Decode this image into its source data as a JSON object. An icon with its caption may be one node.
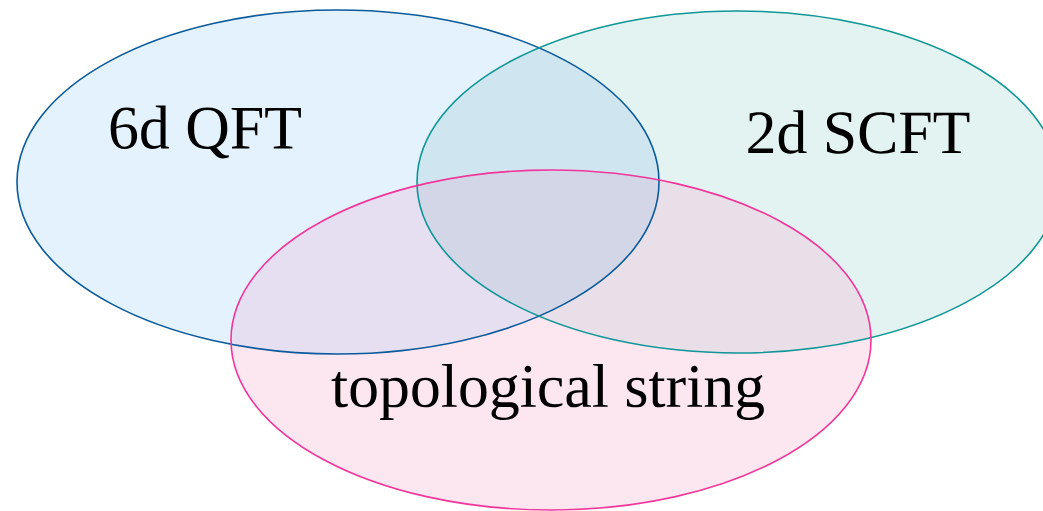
{
  "diagram": {
    "nodes": [
      {
        "text": [
          "6d QFT"
        ]
      },
      {
        "text": [
          "2d SCFT"
        ]
      },
      {
        "text": [
          "topological string"
        ]
      }
    ]
  }
}
